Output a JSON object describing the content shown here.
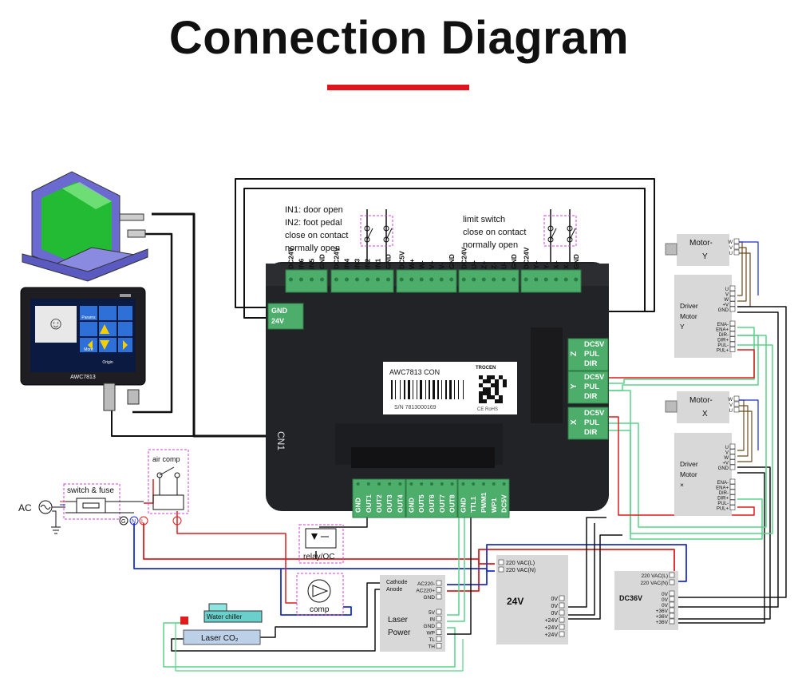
{
  "title": "Connection Diagram",
  "colors": {
    "accent": "#e0141c",
    "wire_red": "#e01c1c",
    "wire_blue": "#1c2fd0",
    "wire_green": "#58d48a",
    "wire_black": "#111111",
    "terminal_green": "#4cae6a",
    "controller_body": "#252525",
    "dashed_box": "#d040d8"
  },
  "inputs_note": [
    "IN1: door open",
    "IN2: foot pedal",
    "close on contact",
    "normally open"
  ],
  "limit_note": [
    "limit switch",
    "close on contact",
    "normally open"
  ],
  "top_connectors": [
    [
      "DC24V",
      "IN6",
      "IN5",
      "GND"
    ],
    [
      "DC24V",
      "IN4",
      "IN3",
      "IN2",
      "IN1",
      "GND"
    ],
    [
      "DC5V",
      "W+",
      "W-",
      "V+",
      "V-",
      "GND"
    ],
    [
      "DC24V",
      "U+",
      "Z+",
      "Z-",
      "U-",
      "GND"
    ],
    [
      "DC24V",
      "Y+",
      "Y-",
      "X+",
      "X-",
      "GND"
    ]
  ],
  "power_terminal": [
    "GND",
    "24V"
  ],
  "controller": {
    "model": "AWC7813 CON",
    "brand": "TROCEN",
    "serial": "S/N 7813000169",
    "marks": "CE RoHS",
    "port": "CN1"
  },
  "axis_connectors": [
    {
      "axis": "Z",
      "pins": [
        "DC5V",
        "PUL",
        "DIR"
      ]
    },
    {
      "axis": "Y",
      "pins": [
        "DC5V",
        "PUL",
        "DIR"
      ]
    },
    {
      "axis": "X",
      "pins": [
        "DC5V",
        "PUL",
        "DIR"
      ]
    }
  ],
  "bottom_connectors": [
    [
      "GND",
      "OUT1",
      "OUT2",
      "OUT3",
      "OUT4"
    ],
    [
      "GND",
      "OUT5",
      "OUT6",
      "OUT7",
      "OUT8"
    ],
    [
      "GND",
      "TTL1",
      "PWM1",
      "WP1",
      "DC5V"
    ]
  ],
  "panel": {
    "label": "AWC7813",
    "buttons": [
      "Params",
      "More",
      "Origin"
    ]
  },
  "ac": {
    "label": "AC",
    "switch_fuse": "switch & fuse",
    "L": "L",
    "N": "N",
    "G": "G"
  },
  "air_comp": "air comp",
  "relay": "relay/OC",
  "comp": "comp",
  "water_chiller": "Water chiller",
  "laser_tube": "Laser CO₂",
  "laser_power": {
    "title": [
      "Laser",
      "Power"
    ],
    "hv_pins": [
      "Cathode",
      "Anode"
    ],
    "ac_pins": [
      "AC220-",
      "AC220+",
      "GND"
    ],
    "signal_pins": [
      "5V",
      "IN",
      "GND",
      "WP",
      "TL",
      "TH"
    ]
  },
  "psu24": {
    "label": "24V",
    "inputs": [
      "220 VAC(L)",
      "220 VAC(N)"
    ],
    "outputs": [
      "0V",
      "0V",
      "0V",
      "+24V",
      "+24V",
      "+24V"
    ]
  },
  "psu36": {
    "label": "DC36V",
    "inputs": [
      "220 VAC(L)",
      "220 VAC(N)"
    ],
    "outputs": [
      "0V",
      "0V",
      "0V",
      "+36V",
      "+36V",
      "+36V"
    ]
  },
  "motors": [
    {
      "title": [
        "Motor-",
        "Y"
      ],
      "pins": [
        "W",
        "V",
        "U"
      ]
    },
    {
      "title": [
        "Motor-",
        "X"
      ],
      "pins": [
        "W",
        "V",
        "U"
      ]
    }
  ],
  "drivers": [
    {
      "title": [
        "Driver",
        "Motor",
        "Y"
      ],
      "motor_pins": [
        "U",
        "V",
        "W",
        "+V",
        "GND"
      ],
      "signal_pins": [
        "ENA-",
        "ENA+",
        "DIR-",
        "DIR+",
        "PUL-",
        "PUL+"
      ]
    },
    {
      "title": [
        "Driver",
        "Motor",
        "×"
      ],
      "motor_pins": [
        "U",
        "V",
        "W",
        "+V",
        "GND"
      ],
      "signal_pins": [
        "ENA-",
        "ENA+",
        "DIR-",
        "DIR+",
        "PUL-",
        "PUL+"
      ]
    }
  ]
}
